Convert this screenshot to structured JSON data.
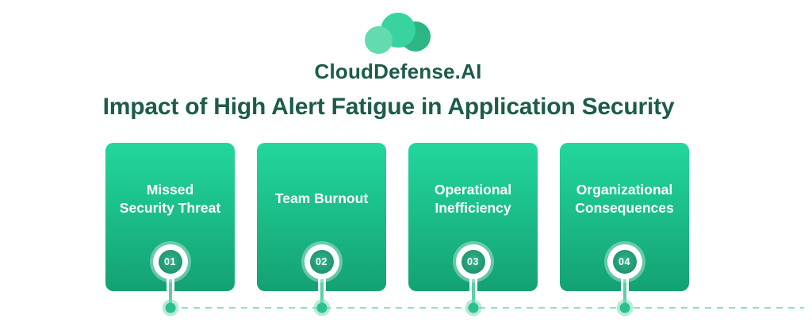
{
  "brand": {
    "name": "CloudDefense.AI",
    "logo_icon": "cloud-icon"
  },
  "heading": {
    "title": "Impact of High Alert Fatigue in Application Security"
  },
  "cards": [
    {
      "number": "01",
      "label": "Missed Security Threat",
      "lines": [
        "Missed",
        "Security Threat"
      ]
    },
    {
      "number": "02",
      "label": "Team Burnout",
      "lines": [
        "Team Burnout"
      ]
    },
    {
      "number": "03",
      "label": "Operational Inefficiency",
      "lines": [
        "Operational",
        "Inefficiency"
      ]
    },
    {
      "number": "04",
      "label": "Organizational Consequences",
      "lines": [
        "Organizational",
        "Consequences"
      ]
    }
  ],
  "colors": {
    "card_gradient_top": "#22d79d",
    "card_gradient_bottom": "#14a173",
    "title_text": "#1c5c49",
    "brand_text": "#1d5b49",
    "card_text": "#ffffff",
    "badge_inner": "#1d8e6b",
    "timeline_dash": "#9bd9c6",
    "timeline_dot": "#2cc08e",
    "logo_cloud_light": "#62dcae",
    "logo_cloud_main": "#38d39e",
    "logo_cloud_dark": "#2cb684"
  }
}
